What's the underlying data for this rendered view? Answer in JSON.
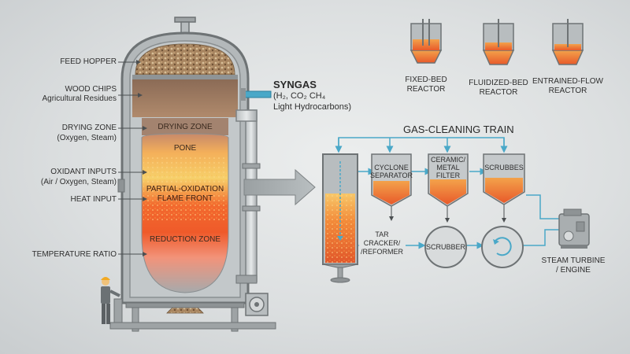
{
  "left_labels": {
    "feed_hopper": "FEED HOPPER",
    "wood_chips": "WOOD CHIPS",
    "agricultural_residues": "Agricultural Residues",
    "drying_zone": "DRYING ZONE",
    "drying_zone_sub": "(Oxygen, Steam)",
    "oxidant_inputs": "OXIDANT INPUTS",
    "oxidant_inputs_sub": "(Air / Oxygen, Steam)",
    "heat_input": "HEAT INPUT",
    "temperature_ratio": "TEMPERATURE RATIO"
  },
  "zones": {
    "drying": "DRYING ZONE",
    "pone": "PONE",
    "partial_oxidation_1": "PARTIAL-OXIDATION",
    "partial_oxidation_2": "FLAME FRONT",
    "reduction": "REDUCTION ZONE"
  },
  "syngas": {
    "title": "SYNGAS",
    "line1": "(H₂, CO₂ CH₄",
    "line2": "Light Hydrocarbons)"
  },
  "reactor_types": [
    {
      "line1": "FIXED-BED",
      "line2": "REACTOR"
    },
    {
      "line1": "FLUIDIZED-BED",
      "line2": "REACTOR"
    },
    {
      "line1": "ENTRAINED-FLOW",
      "line2": "REACTOR"
    }
  ],
  "gas_cleaning": {
    "title": "GAS-CLEANING TRAIN",
    "cyclone": [
      "CYCLONE",
      "SEPARATOR"
    ],
    "ceramic": [
      "CERAMIC/",
      "METAL",
      "FILTER"
    ],
    "scrubber_top": "SCRUBBES",
    "tar": [
      "TAR",
      "CRACKER/",
      "/REFORMER"
    ],
    "scrubber_circle": "SCRUBBER",
    "steam_turbine": [
      "STEAM TURBINE",
      "/ ENGINE"
    ]
  },
  "colors": {
    "vessel_outline": "#6e7375",
    "vessel_fill": "#a9aeb0",
    "biomass": "#b08a63",
    "drying_band": "#9c7a5e",
    "hot_core": "#f26a2e",
    "flame_yellow": "#f7c85a",
    "reduction_band": "#f29a78",
    "gas_blue": "#4aa8c8",
    "arrow_grey": "#8c9395"
  }
}
